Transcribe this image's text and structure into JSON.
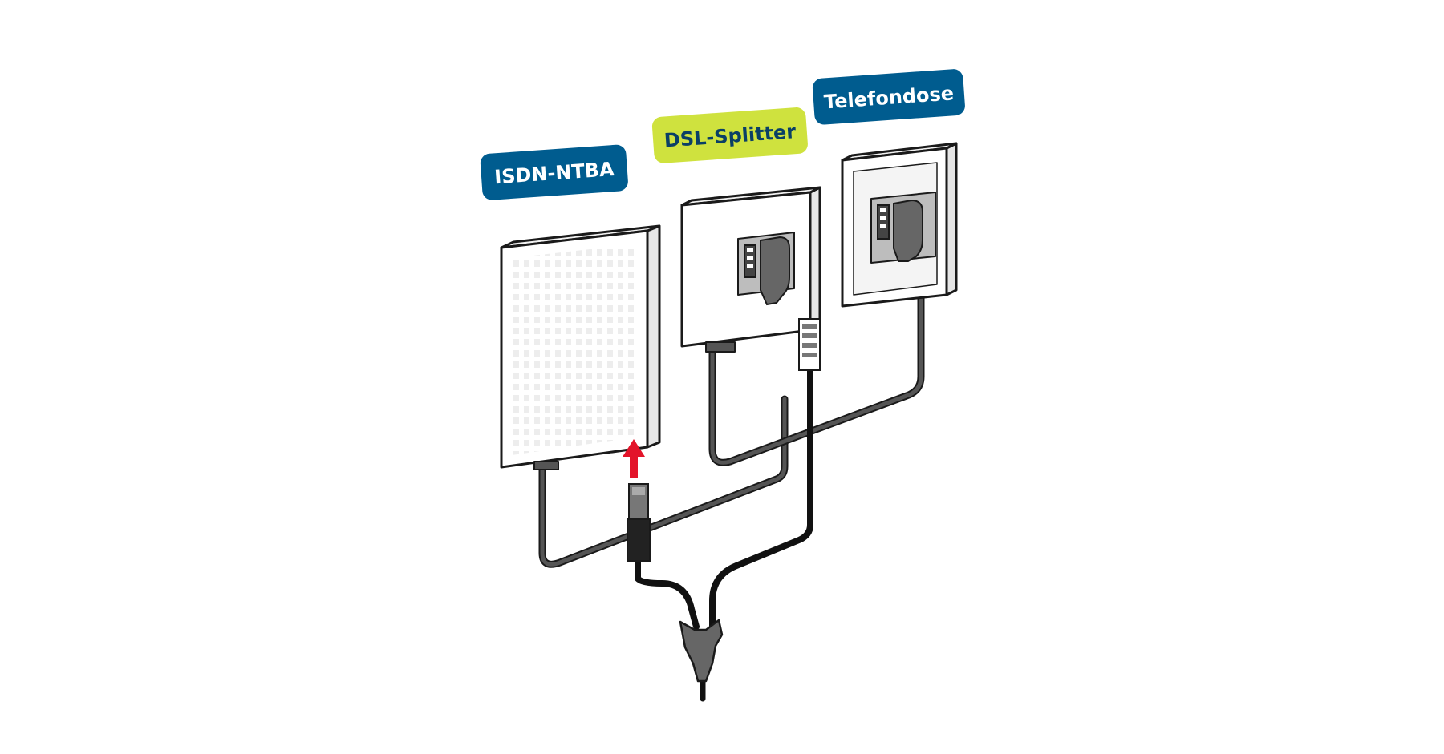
{
  "labels": {
    "ntba": "ISDN-NTBA",
    "splitter": "DSL-Splitter",
    "socket": "Telefondose"
  },
  "colors": {
    "label_blue": "#005c8f",
    "label_lime": "#cfe23e",
    "label_text_light": "#ffffff",
    "label_text_dark": "#0a3f66",
    "device_white": "#ffffff",
    "device_shade": "#e6e6e6",
    "outline": "#1a1a1a",
    "cable_grey": "#555555",
    "plug_grey": "#666666",
    "arrow_red": "#e3142a"
  },
  "icons": {
    "ntba": "isdn-ntba-device",
    "splitter": "dsl-splitter-device",
    "socket": "telephone-socket-device",
    "arrow": "red-arrow-up-icon",
    "ethernet_plug": "rj45-plug-icon",
    "y_adapter": "y-cable-adapter-icon"
  }
}
